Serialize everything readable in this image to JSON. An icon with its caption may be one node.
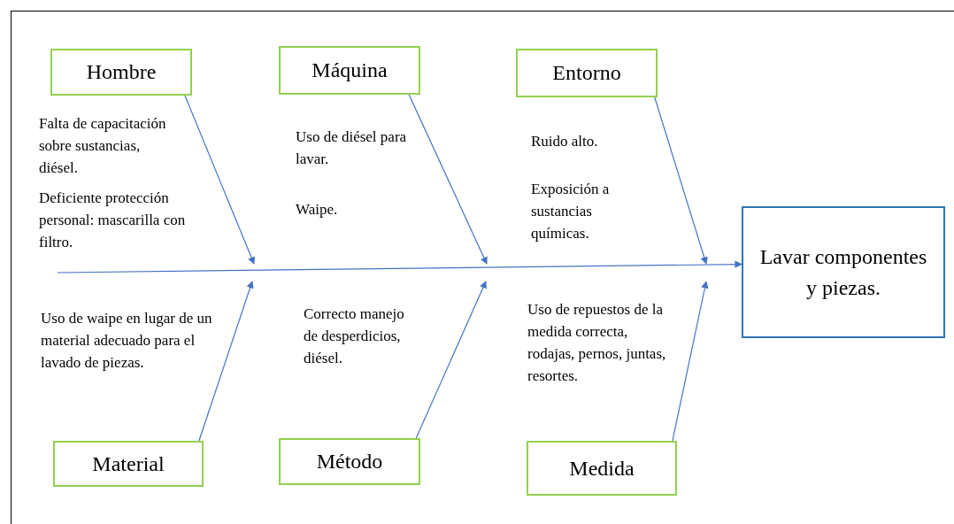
{
  "diagram": {
    "nodes": [
      {
        "text": [
          "Hombre"
        ]
      },
      {
        "text": [
          "Máquina"
        ]
      },
      {
        "text": [
          "Entorno"
        ]
      },
      {
        "text": [
          "Lavar componentes y piezas."
        ]
      },
      {
        "text": [
          "Material"
        ]
      },
      {
        "text": [
          "Método"
        ]
      },
      {
        "text": [
          "Medida"
        ]
      }
    ],
    "edges": [
      {
        "from": null,
        "to": 3,
        "arrow": "to"
      },
      {
        "from": 0,
        "to": null,
        "arrow": "to"
      },
      {
        "from": 1,
        "to": null,
        "arrow": "to"
      },
      {
        "from": 2,
        "to": null,
        "arrow": "to"
      },
      {
        "from": 4,
        "to": null,
        "arrow": "to"
      },
      {
        "from": 5,
        "to": null,
        "arrow": "to"
      },
      {
        "from": 6,
        "to": null,
        "arrow": "to"
      }
    ],
    "labels": [
      "Falta de capacitación sobre sustancias, diésel.",
      "Uso de diésel para lavar.",
      "Ruido alto.",
      "Deficiente protección personal: mascarilla con filtro.",
      "Waipe.",
      "Exposición a sustancias químicas.",
      "Uso de waipe en lugar de un material adecuado para el lavado de piezas.",
      "Correcto manejo de desperdicios, diésel.",
      "Uso de repuestos de la medida correcta, rodajas, pernos, juntas, resortes."
    ]
  }
}
